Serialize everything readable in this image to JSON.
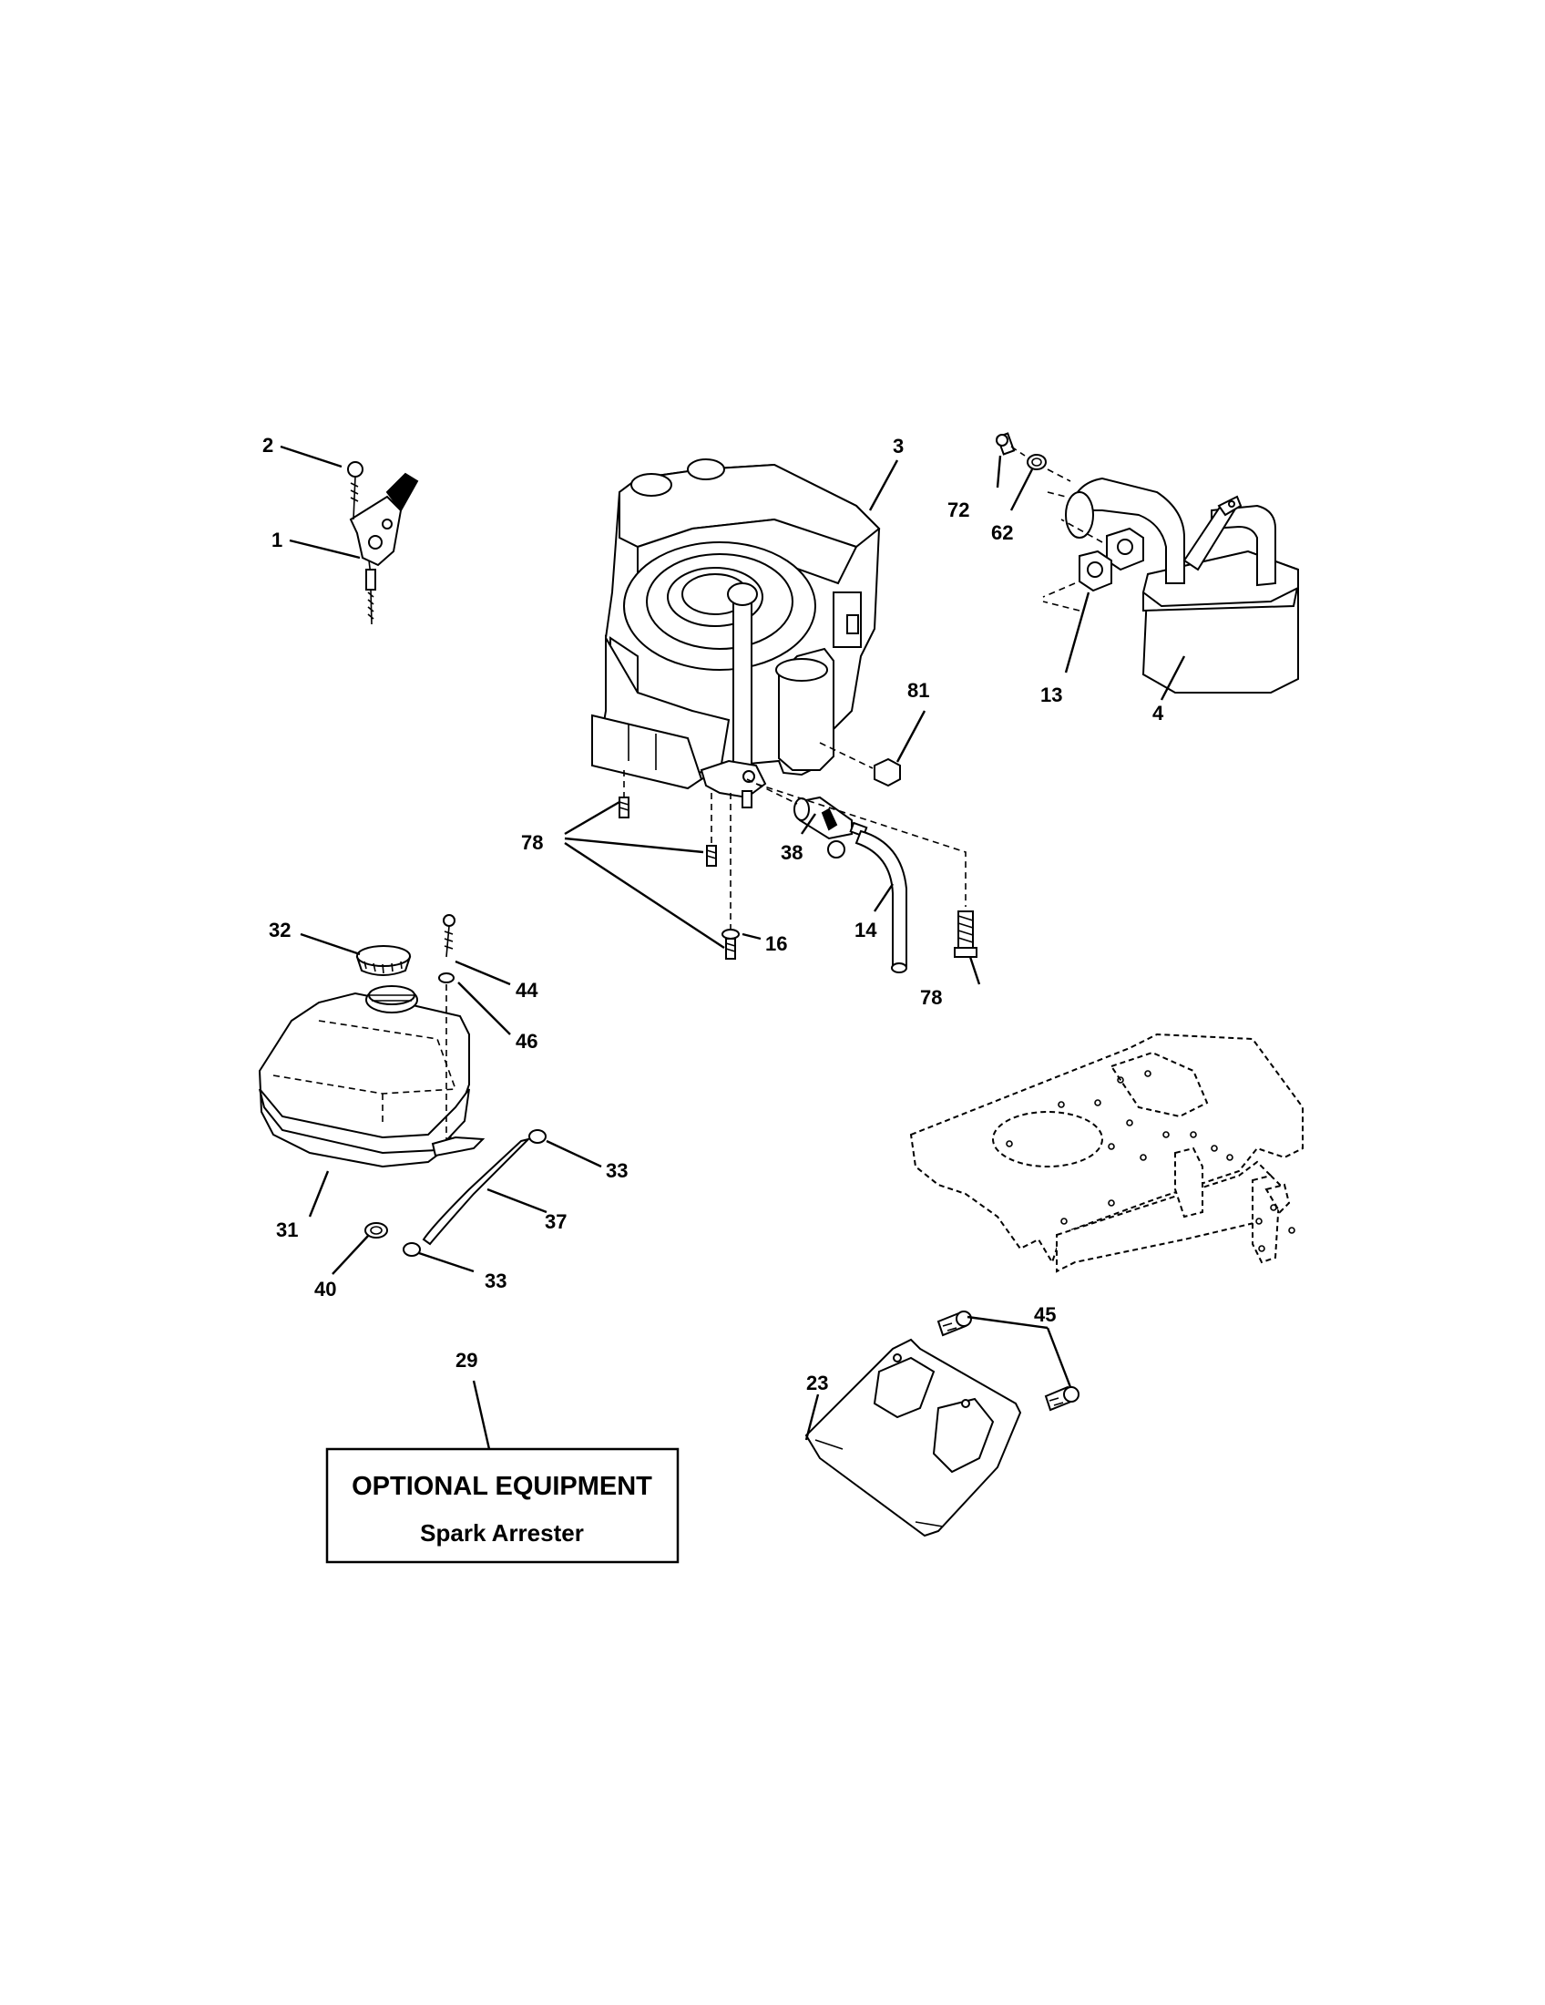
{
  "labels": {
    "l1": "1",
    "l2": "2",
    "l3": "3",
    "l4": "4",
    "l13": "13",
    "l14": "14",
    "l16": "16",
    "l23": "23",
    "l29": "29",
    "l31": "31",
    "l32": "32",
    "l33a": "33",
    "l33b": "33",
    "l37": "37",
    "l38": "38",
    "l40": "40",
    "l44": "44",
    "l45": "45",
    "l46": "46",
    "l62": "62",
    "l72": "72",
    "l78a": "78",
    "l78b": "78",
    "l81": "81"
  },
  "optional_box": {
    "title": "OPTIONAL EQUIPMENT",
    "subtitle": "Spark Arrester"
  }
}
